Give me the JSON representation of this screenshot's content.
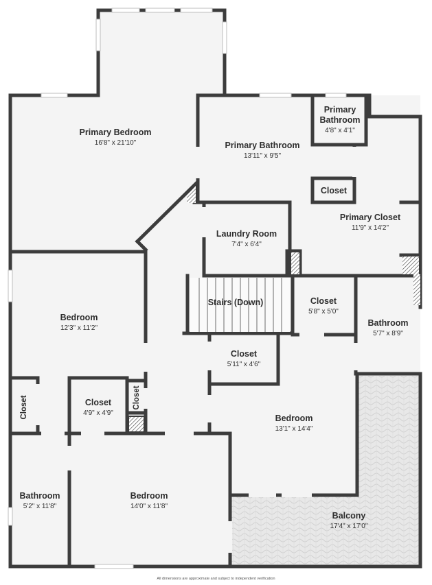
{
  "rooms": {
    "primary_bedroom": {
      "name": "Primary Bedroom",
      "dim": "16'8\" x 21'10\""
    },
    "primary_bathroom": {
      "name": "Primary Bathroom",
      "dim": "13'11\" x 9'5\""
    },
    "primary_bathroom_small": {
      "name_line1": "Primary",
      "name_line2": "Bathroom",
      "dim": "4'8\" x 4'1\""
    },
    "closet_pb": {
      "name": "Closet"
    },
    "primary_closet": {
      "name": "Primary Closet",
      "dim": "11'9\" x 14'2\""
    },
    "laundry_room": {
      "name": "Laundry Room",
      "dim": "7'4\" x 6'4\""
    },
    "stairs": {
      "name": "Stairs (Down)"
    },
    "closet_a": {
      "name": "Closet",
      "dim": "5'8\" x 5'0\""
    },
    "bathroom_east": {
      "name": "Bathroom",
      "dim": "5'7\" x 8'9\""
    },
    "bedroom_west": {
      "name": "Bedroom",
      "dim": "12'3\" x 11'2\""
    },
    "closet_b": {
      "name": "Closet",
      "dim": "5'11\" x 4'6\""
    },
    "closet_c": {
      "name": "Closet",
      "dim": "4'9\" x 4'9\""
    },
    "closet_v1": {
      "name": "Closet"
    },
    "closet_v2": {
      "name": "Closet"
    },
    "bedroom_center": {
      "name": "Bedroom",
      "dim": "13'1\" x 14'4\""
    },
    "bathroom_sw": {
      "name": "Bathroom",
      "dim": "5'2\" x 11'8\""
    },
    "bedroom_south": {
      "name": "Bedroom",
      "dim": "14'0\" x 11'8\""
    },
    "balcony": {
      "name": "Balcony",
      "dim": "17'4\" x 17'0\""
    }
  },
  "disclaimer": "All dimensions are approximate and subject to independent verification",
  "colors": {
    "wall": "#3c3c3c",
    "floor": "#f4f4f4",
    "balcony": "#e6e6e6",
    "text": "#2e2e2e"
  }
}
